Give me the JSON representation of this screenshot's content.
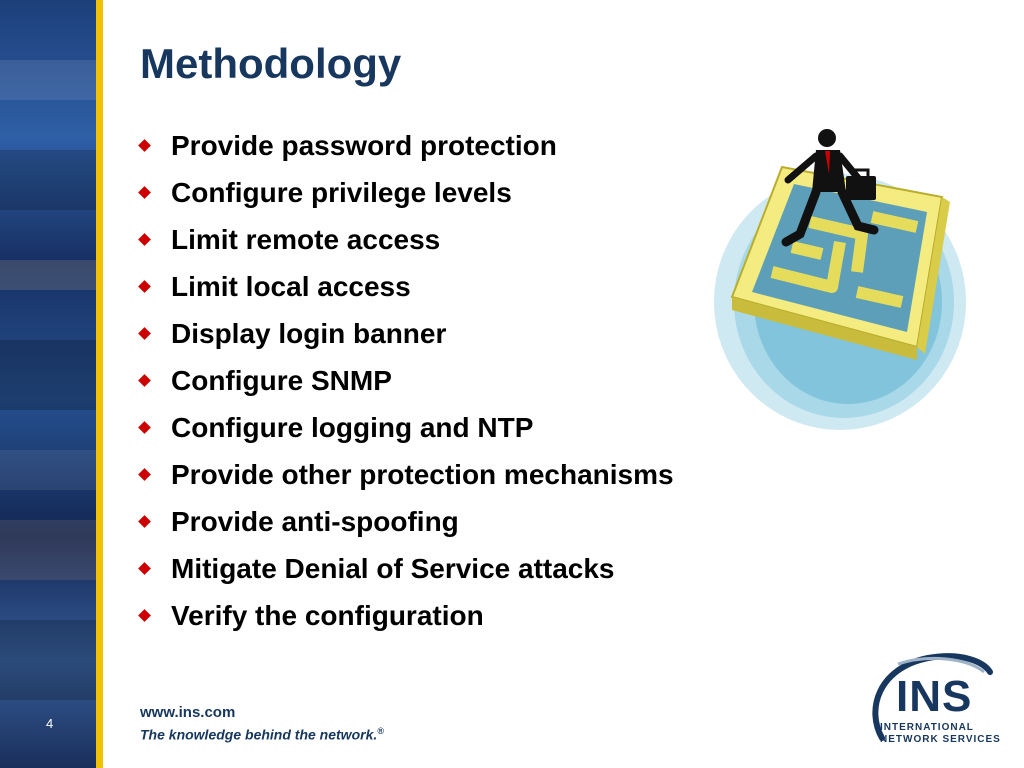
{
  "slide": {
    "number": "4",
    "title": "Methodology"
  },
  "bullets": [
    "Provide password protection",
    "Configure privilege levels",
    "Limit remote access",
    "Limit local access",
    "Display login banner",
    "Configure SNMP",
    "Configure logging and NTP",
    "Provide other protection mechanisms",
    "Provide anti-spoofing",
    "Mitigate Denial of Service attacks",
    "Verify the configuration"
  ],
  "footer": {
    "url": "www.ins.com",
    "tagline": "The knowledge behind the network.",
    "registered_mark": "®"
  },
  "logo": {
    "mark": "INS",
    "line1": "INTERNATIONAL",
    "line2": "NETWORK SERVICES"
  },
  "colors": {
    "title": "#17375e",
    "bullet_marker": "#cc0000",
    "accent_bar": "#f2c100",
    "sidebar": "#1d3f7a"
  },
  "icons": {
    "bullet": "diamond",
    "clipart": "businessman-walking-on-maze",
    "logo_arc": "swoosh-arc"
  }
}
